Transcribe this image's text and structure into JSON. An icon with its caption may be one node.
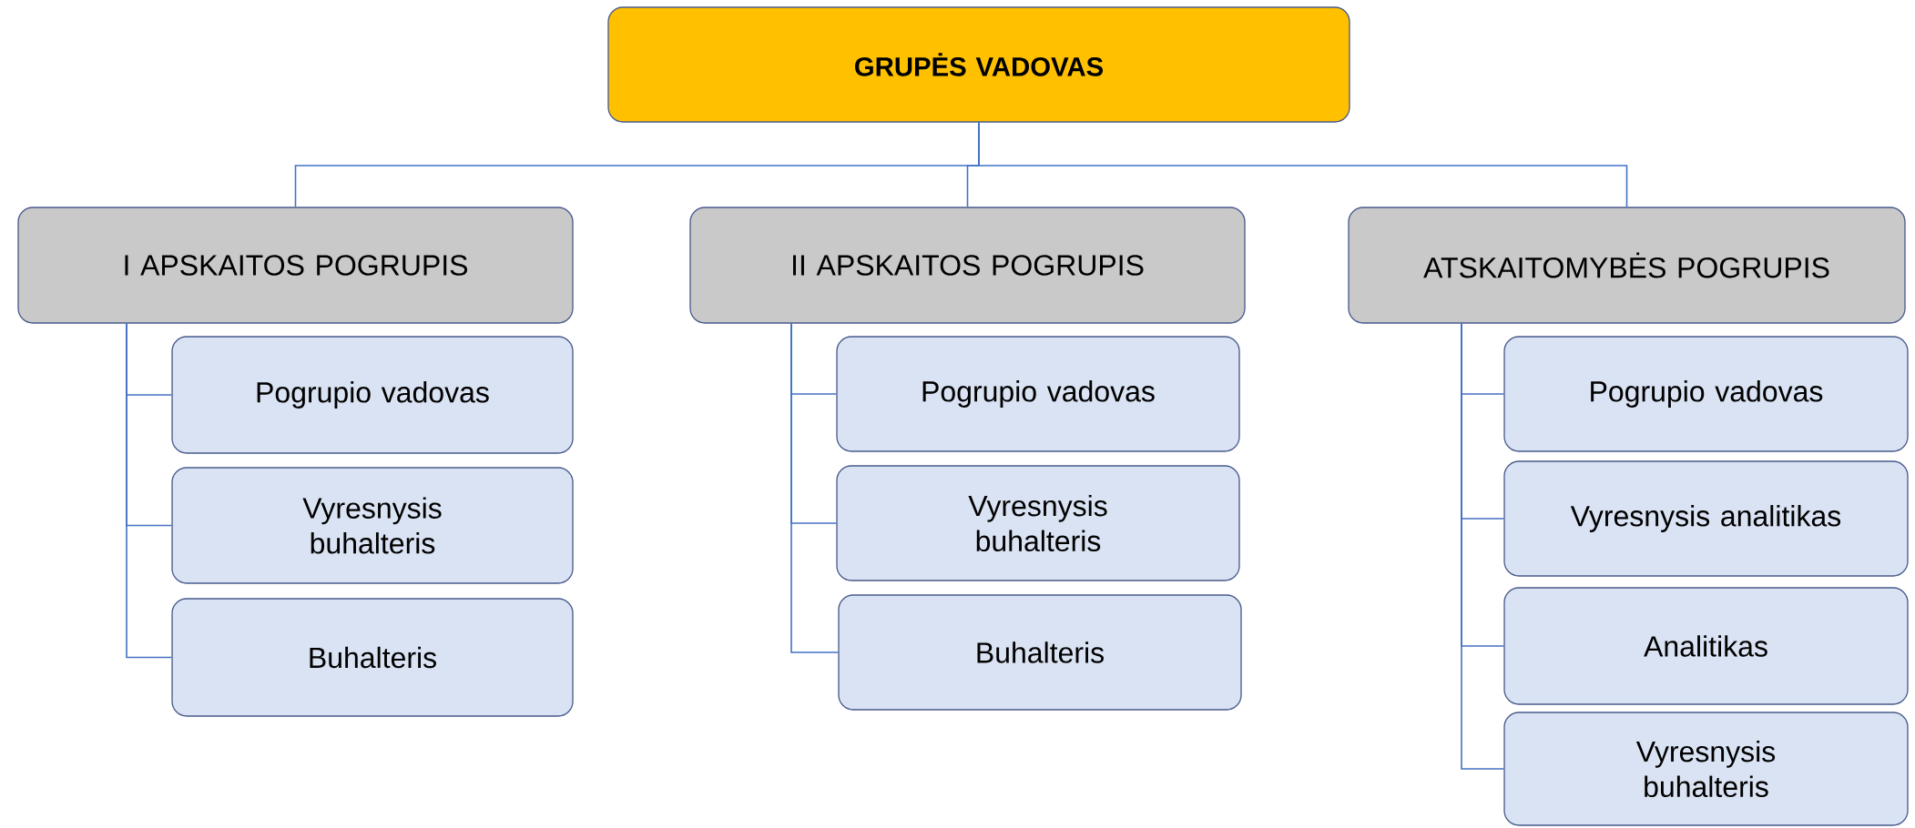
{
  "diagram": {
    "nodes": [
      {
        "text": [
          "GRUPĖS VADOVAS"
        ]
      },
      {
        "text": [
          "I APSKAITOS POGRUPIS"
        ]
      },
      {
        "text": [
          "Pogrupio vadovas"
        ]
      },
      {
        "text": [
          "Vyresnysis buhalteris"
        ]
      },
      {
        "text": [
          "Buhalteris"
        ]
      },
      {
        "text": [
          "II APSKAITOS POGRUPIS"
        ]
      },
      {
        "text": [
          "Pogrupio vadovas"
        ]
      },
      {
        "text": [
          "Vyresnysis buhalteris"
        ]
      },
      {
        "text": [
          "Buhalteris"
        ]
      },
      {
        "text": [
          "ATSKAITOMYBĖS POGRUPIS"
        ]
      },
      {
        "text": [
          "Pogrupio vadovas"
        ]
      },
      {
        "text": [
          "Vyresnysis analitikas"
        ]
      },
      {
        "text": [
          "Analitikas"
        ]
      },
      {
        "text": [
          "Vyresnysis buhalteris"
        ]
      }
    ],
    "edges": [
      {
        "from": 0,
        "to": 1,
        "arrow": "none"
      },
      {
        "from": 0,
        "to": 5,
        "arrow": "none"
      },
      {
        "from": 0,
        "to": 9,
        "arrow": "none"
      },
      {
        "from": 1,
        "to": 2,
        "arrow": "none"
      },
      {
        "from": 1,
        "to": 3,
        "arrow": "none"
      },
      {
        "from": 1,
        "to": 4,
        "arrow": "none"
      },
      {
        "from": 5,
        "to": 6,
        "arrow": "none"
      },
      {
        "from": 5,
        "to": 7,
        "arrow": "none"
      },
      {
        "from": 5,
        "to": 8,
        "arrow": "none"
      },
      {
        "from": 9,
        "to": 10,
        "arrow": "none"
      },
      {
        "from": 9,
        "to": 11,
        "arrow": "none"
      },
      {
        "from": 9,
        "to": 12,
        "arrow": "none"
      },
      {
        "from": 9,
        "to": 13,
        "arrow": "none"
      }
    ]
  }
}
